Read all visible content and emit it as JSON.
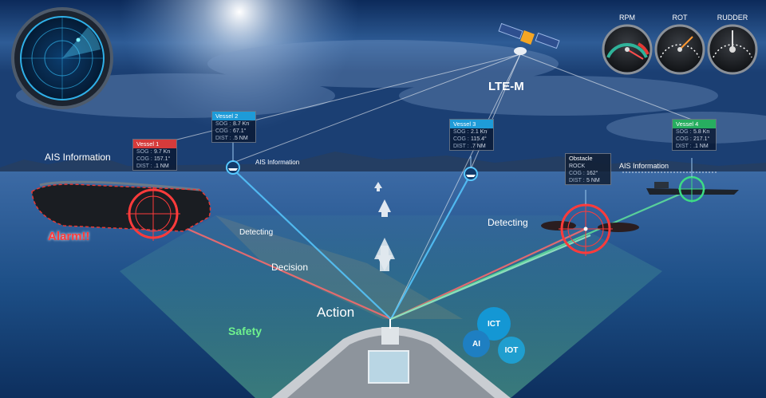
{
  "gauges": [
    {
      "label": "RPM",
      "color": "#c0392b"
    },
    {
      "label": "ROT",
      "color": "#e67e22"
    },
    {
      "label": "RUDDER",
      "color": "#7f8c8d"
    }
  ],
  "comm_label": "LTE-M",
  "ais_info_main": "AIS Information",
  "ais_info_small_1": "AIS Information",
  "ais_info_small_2": "AIS Information",
  "alarm": "Alarm!!",
  "detecting_1": "Detecting",
  "detecting_2": "Detecting",
  "decision": "Decision",
  "action": "Action",
  "safety": "Safety",
  "bubbles": [
    "ICT",
    "AI",
    "IOT"
  ],
  "vessels": [
    {
      "name": "Vessel 1",
      "header_color": "#d63b3b",
      "sog": "9.7 Kn",
      "cog": "157.1°",
      "dist": ".1 NM"
    },
    {
      "name": "Vessel 2",
      "header_color": "#1e9bd8",
      "sog": "8.7 Kn",
      "cog": "67.1°",
      "dist": ".5 NM"
    },
    {
      "name": "Vessel 3",
      "header_color": "#1e9bd8",
      "sog": "2.1 Kn",
      "cog": "115.4°",
      "dist": ".7 NM"
    },
    {
      "name": "Vessel 4",
      "header_color": "#27ae60",
      "sog": "5.8 Kn",
      "cog": "217.1°",
      "dist": ".1 NM"
    }
  ],
  "obstacle": {
    "name": "Obstacle",
    "type": "ROCK",
    "cog": "162°",
    "dist": "5 NM"
  },
  "field_labels": {
    "sog": "SOG :",
    "cog": "COG :",
    "dist": "DIST :"
  }
}
